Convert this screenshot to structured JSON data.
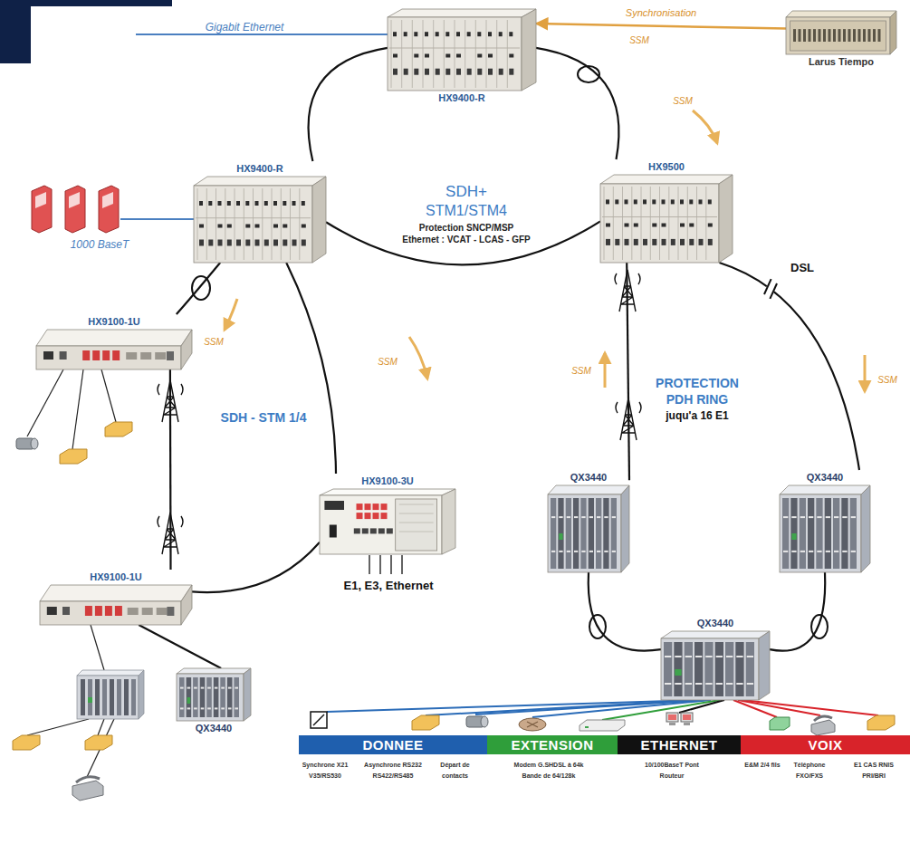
{
  "diagram": {
    "nodes": [
      {
        "text": [
          "HX9400-R"
        ]
      },
      {
        "text": [
          "Larus Tiempo"
        ]
      },
      {
        "text": [
          "HX9400-R"
        ]
      },
      {
        "text": [
          "HX9500"
        ]
      },
      {
        "text": [
          "HX9100-1U"
        ]
      },
      {
        "text": [
          "HX9100-3U"
        ]
      },
      {
        "text": [
          "QX3440"
        ]
      },
      {
        "text": [
          "QX3440"
        ]
      },
      {
        "text": [
          "HX9100-1U"
        ]
      },
      {
        "text": [
          "QX3440"
        ]
      },
      {
        "text": [
          "QX3440"
        ]
      },
      {
        "text": [
          "DONNEE"
        ]
      },
      {
        "text": [
          "EXTENSION"
        ]
      },
      {
        "text": [
          "ETHERNET"
        ]
      },
      {
        "text": [
          "VOIX"
        ]
      }
    ],
    "edges": [
      {
        "from": 0,
        "to": 2,
        "arrow": "none"
      },
      {
        "from": 0,
        "to": 3,
        "arrow": "none"
      },
      {
        "from": 2,
        "to": 3,
        "arrow": "none"
      },
      {
        "from": 1,
        "to": 0,
        "arrow": "to",
        "label": "Synchronisation"
      },
      {
        "from": 2,
        "to": 4,
        "arrow": "none"
      },
      {
        "from": 2,
        "to": 5,
        "arrow": "none"
      },
      {
        "from": 4,
        "to": 8,
        "arrow": "none"
      },
      {
        "from": 8,
        "to": 5,
        "arrow": "none"
      },
      {
        "from": 3,
        "to": 6,
        "arrow": "none"
      },
      {
        "from": 3,
        "to": 7,
        "arrow": "none"
      },
      {
        "from": 6,
        "to": 9,
        "arrow": "none"
      },
      {
        "from": 7,
        "to": 9,
        "arrow": "none"
      },
      {
        "from": 8,
        "to": 10,
        "arrow": "none"
      }
    ],
    "labels": [
      "Gigabit Ethernet",
      "SSM",
      "SSM",
      "1000 BaseT",
      "SDH+",
      "STM1/STM4",
      "Protection SNCP/MSP",
      "Ethernet : VCAT - LCAS - GFP",
      "SSM",
      "SSM",
      "DSL",
      "SSM",
      "SSM",
      "PROTECTION PDH RING",
      "juqu'a 16 E1",
      "SDH - STM 1/4",
      "E1, E3, Ethernet",
      "Synchrone X21 V35/RS530",
      "Asynchrone RS232 RS422/RS485",
      "Départ de contacts",
      "Modem G.SHDSL à 64k Bande de 64/128k",
      "10/100BaseT Pont Routeur",
      "E&M 2/4 fils",
      "Téléphone FXO/FXS",
      "E1 CAS RNIS PRI/BRI"
    ]
  }
}
